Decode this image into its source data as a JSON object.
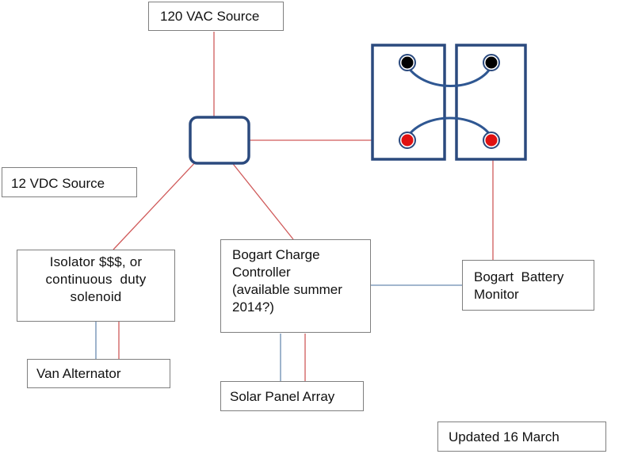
{
  "title": "",
  "colors": {
    "ac_wire": "#d05a5a",
    "dc_wire": "#6a8bb1",
    "battery_outline": "#2b4a7e",
    "cable": "#2f5792",
    "terminal_negative": "#000000",
    "terminal_positive": "#e01111"
  },
  "components": {
    "ac_source": {
      "label": "120 VAC Source"
    },
    "dc_source": {
      "label": "12 VDC Source"
    },
    "isolator": {
      "lines": [
        "Isolator $$$, or",
        "continuous  duty",
        "solenoid"
      ]
    },
    "charge_controller": {
      "lines": [
        "Bogart Charge",
        "Controller",
        "(available summer",
        "2014?)"
      ]
    },
    "battery_monitor": {
      "lines": [
        "Bogart  Battery",
        "Monitor"
      ]
    },
    "van_alternator": {
      "label": "Van Alternator"
    },
    "solar_panel_array": {
      "label": "Solar Panel Array"
    },
    "update_note": {
      "label": "Updated 16 March"
    }
  },
  "hub": {
    "icon": "junction-box-icon"
  },
  "batteries": {
    "count": 2,
    "terminals": [
      "negative",
      "positive"
    ],
    "icon": "battery-icon"
  }
}
